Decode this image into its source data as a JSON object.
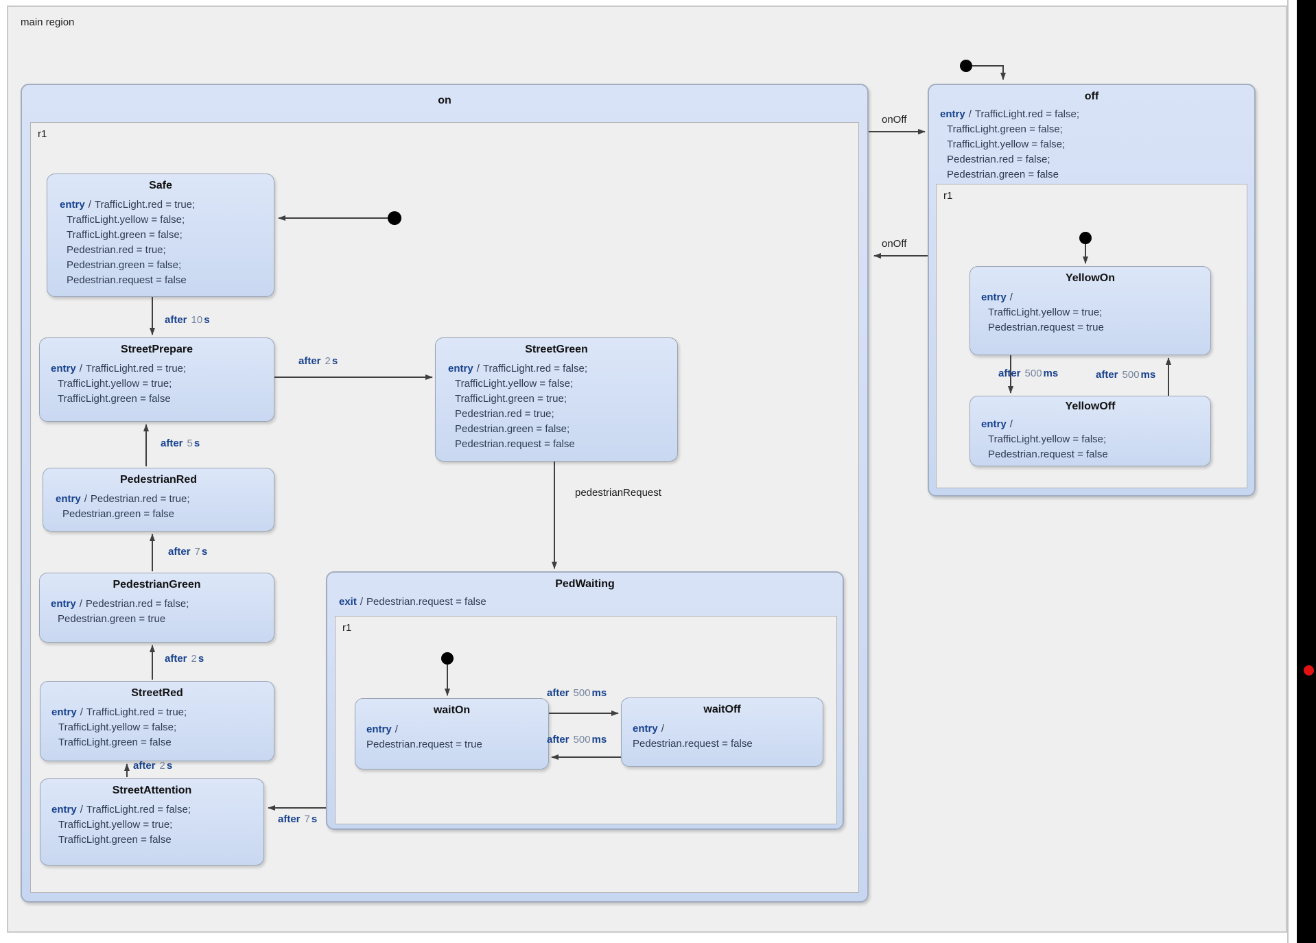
{
  "window": {
    "main_region_label": "main region",
    "red_dot_color": "#e01212",
    "bezel_color": "#000000"
  },
  "colors": {
    "state_fill": "#ccdaf3",
    "region_fill": "#efefef",
    "keyword_navy": "#17418e",
    "number_gray": "#74839c",
    "arrow_gray": "#3f3f3f"
  },
  "regions": {
    "on_r1": "r1",
    "off_r1": "r1",
    "ped_r1": "r1"
  },
  "states": {
    "on": {
      "title": "on"
    },
    "off": {
      "title": "off",
      "keyword": "entry",
      "sep": "/",
      "lines": [
        "TrafficLight.red = false;",
        "TrafficLight.green = false;",
        "TrafficLight.yellow = false;",
        "Pedestrian.red = false;",
        "Pedestrian.green = false"
      ]
    },
    "safe": {
      "title": "Safe",
      "keyword": "entry",
      "sep": "/",
      "lines": [
        "TrafficLight.red = true;",
        "TrafficLight.yellow = false;",
        "TrafficLight.green = false;",
        "Pedestrian.red = true;",
        "Pedestrian.green = false;",
        "Pedestrian.request = false"
      ]
    },
    "street_prepare": {
      "title": "StreetPrepare",
      "keyword": "entry",
      "sep": "/",
      "lines": [
        "TrafficLight.red = true;",
        "TrafficLight.yellow = true;",
        "TrafficLight.green = false"
      ]
    },
    "street_green": {
      "title": "StreetGreen",
      "keyword": "entry",
      "sep": "/",
      "lines": [
        "TrafficLight.red = false;",
        "TrafficLight.yellow = false;",
        "TrafficLight.green = true;",
        "Pedestrian.red = true;",
        "Pedestrian.green = false;",
        "Pedestrian.request = false"
      ]
    },
    "pedestrian_red": {
      "title": "PedestrianRed",
      "keyword": "entry",
      "sep": "/",
      "lines": [
        "Pedestrian.red = true;",
        "Pedestrian.green = false"
      ]
    },
    "pedestrian_green": {
      "title": "PedestrianGreen",
      "keyword": "entry",
      "sep": "/",
      "lines": [
        "Pedestrian.red = false;",
        "Pedestrian.green = true"
      ]
    },
    "street_red": {
      "title": "StreetRed",
      "keyword": "entry",
      "sep": "/",
      "lines": [
        "TrafficLight.red = true;",
        "TrafficLight.yellow = false;",
        "TrafficLight.green = false"
      ]
    },
    "street_attention": {
      "title": "StreetAttention",
      "keyword": "entry",
      "sep": "/",
      "lines": [
        "TrafficLight.red = false;",
        "TrafficLight.yellow = true;",
        "TrafficLight.green = false"
      ]
    },
    "ped_waiting": {
      "title": "PedWaiting",
      "keyword": "exit",
      "sep": "/",
      "exit_line": "Pedestrian.request = false"
    },
    "wait_on": {
      "title": "waitOn",
      "keyword": "entry",
      "sep": "/",
      "lines": [
        "Pedestrian.request = true"
      ]
    },
    "wait_off": {
      "title": "waitOff",
      "keyword": "entry",
      "sep": "/",
      "lines": [
        "Pedestrian.request = false"
      ]
    },
    "yellow_on": {
      "title": "YellowOn",
      "keyword": "entry",
      "sep": "/",
      "lines": [
        "TrafficLight.yellow = true;",
        "Pedestrian.request = true"
      ]
    },
    "yellow_off": {
      "title": "YellowOff",
      "keyword": "entry",
      "sep": "/",
      "lines": [
        "TrafficLight.yellow = false;",
        "Pedestrian.request = false"
      ]
    }
  },
  "transitions": {
    "on_off_top": {
      "label": "onOff"
    },
    "on_off_bottom": {
      "label": "onOff"
    },
    "after_10s": {
      "kw": "after",
      "num": "10",
      "unit": "s"
    },
    "after_2s_prep_grn": {
      "kw": "after",
      "num": "2",
      "unit": "s"
    },
    "after_5s": {
      "kw": "after",
      "num": "5",
      "unit": "s"
    },
    "after_7s_pg_pr": {
      "kw": "after",
      "num": "7",
      "unit": "s"
    },
    "after_2s_sr_pg": {
      "kw": "after",
      "num": "2",
      "unit": "s"
    },
    "after_2s_sa_sr": {
      "kw": "after",
      "num": "2",
      "unit": "s"
    },
    "after_7s_pw_sa": {
      "kw": "after",
      "num": "7",
      "unit": "s"
    },
    "pedestrian_request": {
      "label": "pedestrianRequest"
    },
    "after_500ms_on": {
      "kw": "after",
      "num": "500",
      "unit": "ms"
    },
    "after_500ms_off": {
      "kw": "after",
      "num": "500",
      "unit": "ms"
    },
    "after_500ms_down": {
      "kw": "after",
      "num": "500",
      "unit": "ms"
    },
    "after_500ms_up": {
      "kw": "after",
      "num": "500",
      "unit": "ms"
    }
  }
}
